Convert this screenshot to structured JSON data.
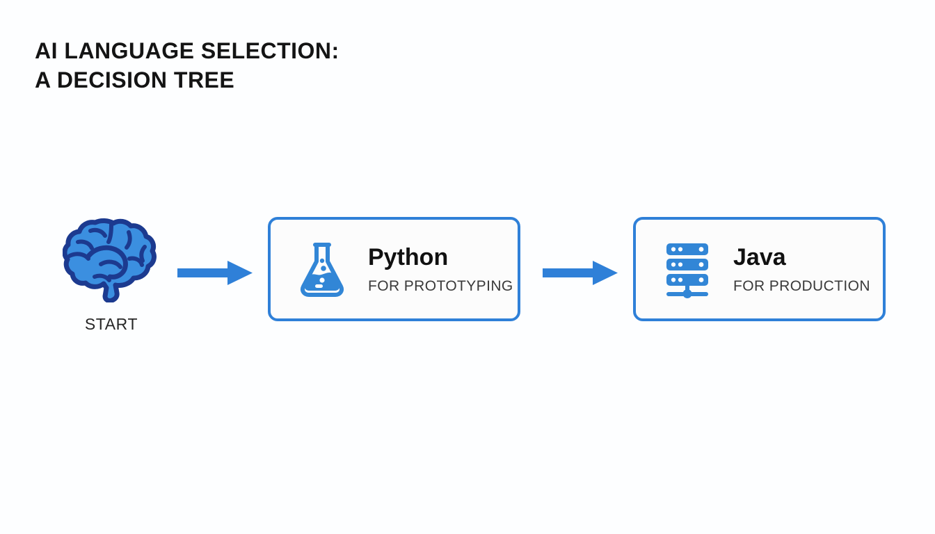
{
  "slide": {
    "background_color": "#fdfeff",
    "accent_color": "#2f80d8",
    "brain_fill_color": "#3b8fe0",
    "brain_outline_color": "#1c3a8f",
    "title_line_1": "AI LANGUAGE SELECTION:",
    "title_line_2": "A DECISION TREE"
  },
  "flow": {
    "start_node": {
      "icon": "brain-icon",
      "label": "START"
    },
    "arrows": [
      {
        "name": "arrow-start-to-python",
        "icon": "arrow-right-icon"
      },
      {
        "name": "arrow-python-to-java",
        "icon": "arrow-right-icon"
      }
    ],
    "cards": [
      {
        "id": "python",
        "icon": "flask-icon",
        "title": "Python",
        "subtitle": "FOR PROTOTYPING"
      },
      {
        "id": "java",
        "icon": "server-stack-icon",
        "title": "Java",
        "subtitle": "FOR PRODUCTION"
      }
    ]
  }
}
